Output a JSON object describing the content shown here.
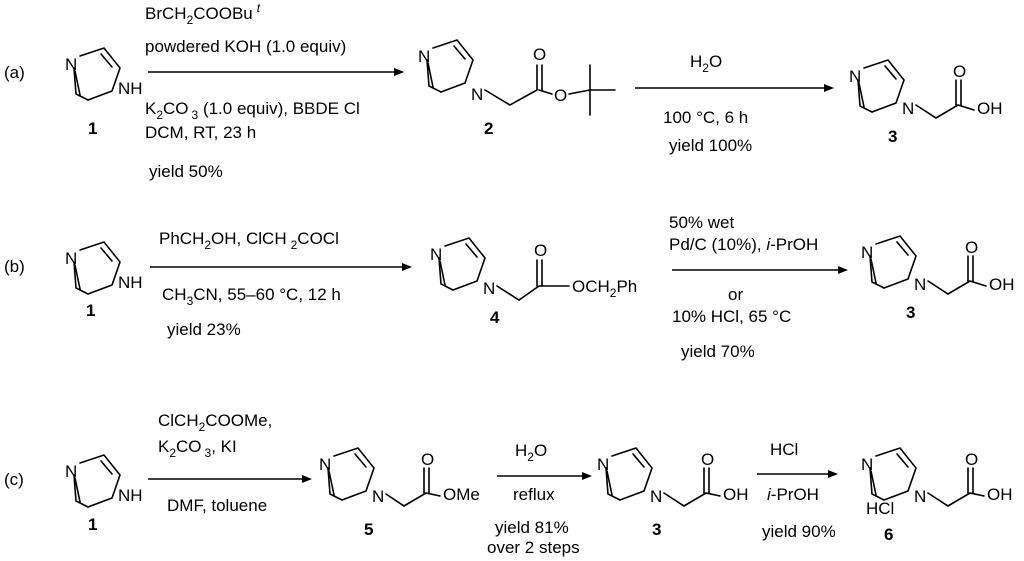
{
  "parts": {
    "a": "(a)",
    "b": "(b)",
    "c": "(c)"
  },
  "atoms": {
    "N": "N",
    "NH": "NH",
    "O": "O",
    "OH": "OH",
    "OMe": "OMe",
    "OCH": "OCH",
    "Ph": "Ph",
    "HCl": "HCl",
    "sub2": "2"
  },
  "compounds": {
    "c1": "1",
    "c2": "2",
    "c3": "3",
    "c4": "4",
    "c5": "5",
    "c6": "6"
  },
  "scheme_a": {
    "reagent1_main": "BrCH",
    "reagent1_sub": "2",
    "reagent1_tail": "COOBu",
    "reagent1_sup": "t",
    "reagent2": "powdered KOH (1.0 equiv)",
    "cond1_K": "K",
    "cond1_sub2": "2",
    "cond1_CO": "CO",
    "cond1_sub3": "3",
    "cond1_tail": " (1.0 equiv), BBDE Cl",
    "cond2": "DCM, RT, 23 h",
    "yield1": "yield 50%",
    "step2_H": "H",
    "step2_sub": "2",
    "step2_O": "O",
    "step2_cond": "100 °C, 6 h",
    "step2_yield": "yield 100%"
  },
  "scheme_b": {
    "reagent1_a": "PhCH",
    "reagent1_sub": "2",
    "reagent1_b": "OH, ClCH",
    "reagent1_sub2": "2",
    "reagent1_c": "COCl",
    "cond_CH": "CH",
    "cond_sub": "3",
    "cond_tail": "CN, 55–60 °C, 12 h",
    "yield1": "yield 23%",
    "step2_line1": "50% wet",
    "step2_line2a": "Pd/C (10%), ",
    "step2_line2b": "i",
    "step2_line2c": "-PrOH",
    "step2_or": "or",
    "step2_line3": "10% HCl, 65 °C",
    "step2_yield": "yield 70%"
  },
  "scheme_c": {
    "reagent1_a": "ClCH",
    "reagent1_sub": "2",
    "reagent1_b": "COOMe,",
    "reagent2_K": "K",
    "reagent2_sub2": "2",
    "reagent2_CO": "CO",
    "reagent2_sub3": "3",
    "reagent2_tail": ", KI",
    "cond": "DMF, toluene",
    "step2_H": "H",
    "step2_sub": "2",
    "step2_O": "O",
    "step2_cond": "reflux",
    "step2_yield1": "yield 81%",
    "step2_yield2": "over 2 steps",
    "step3_reagent": "HCl",
    "step3_cond_i": "i",
    "step3_cond_rest": "-PrOH",
    "step3_yield": "yield 90%"
  }
}
